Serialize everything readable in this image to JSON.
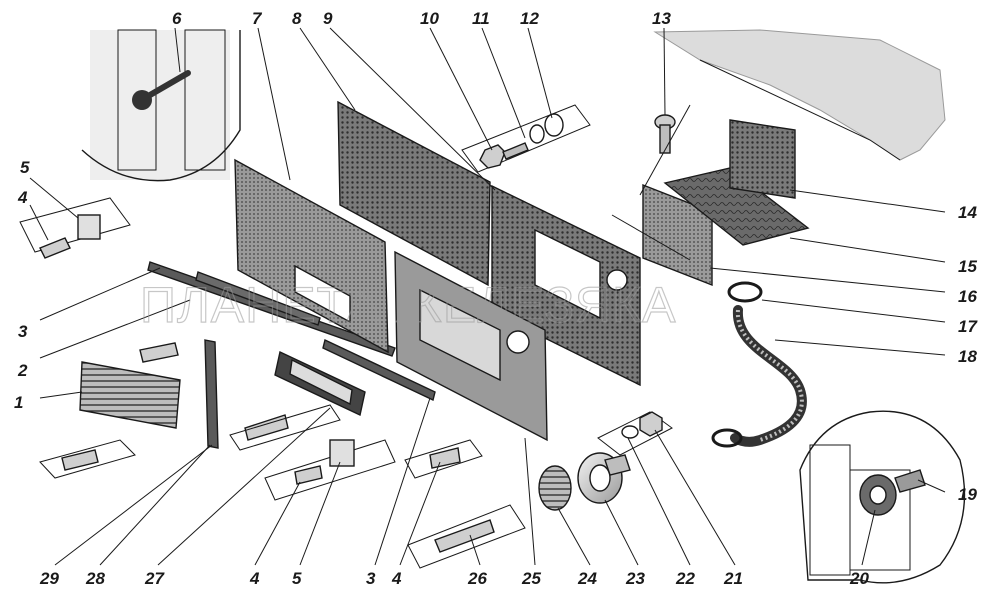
{
  "diagram": {
    "watermark": "ПЛАНЕТА ЖЕЛЕЗЯКА",
    "labels": [
      "1",
      "2",
      "3",
      "4",
      "5",
      "6",
      "7",
      "8",
      "9",
      "10",
      "11",
      "12",
      "13",
      "14",
      "15",
      "16",
      "17",
      "18",
      "19",
      "20",
      "21",
      "22",
      "23",
      "24",
      "25",
      "26",
      "27",
      "28",
      "29"
    ],
    "icons": [
      "bolt-icon",
      "screw-icon",
      "washer-icon",
      "nut-icon",
      "clamp-icon",
      "hose-icon",
      "grille-icon",
      "panel-icon",
      "bracket-icon"
    ],
    "colors": {
      "ink": "#1a1a1a",
      "panel_fill": "#8a8a8a",
      "mesh_fill": "#6f6f6f",
      "shade": "#d9d9d9",
      "watermark": "#9a9a9a"
    }
  }
}
